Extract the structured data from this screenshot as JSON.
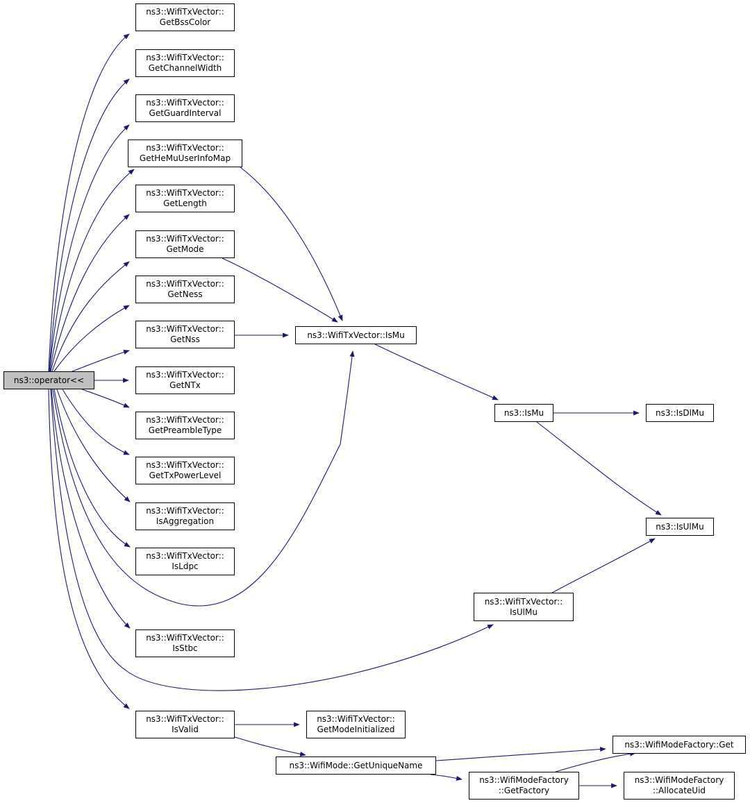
{
  "colors": {
    "edge": "#191970",
    "root_fill": "#bfbfbf",
    "node_fill": "#ffffff",
    "border": "#000000"
  },
  "nodes": {
    "root": {
      "lines": [
        "ns3::operator<<"
      ]
    },
    "getbsscolor": {
      "lines": [
        "ns3::WifiTxVector::",
        "GetBssColor"
      ]
    },
    "getchannelwidth": {
      "lines": [
        "ns3::WifiTxVector::",
        "GetChannelWidth"
      ]
    },
    "getguardinterval": {
      "lines": [
        "ns3::WifiTxVector::",
        "GetGuardInterval"
      ]
    },
    "gethemuuserinfomap": {
      "lines": [
        "ns3::WifiTxVector::",
        "GetHeMuUserInfoMap"
      ]
    },
    "getlength": {
      "lines": [
        "ns3::WifiTxVector::",
        "GetLength"
      ]
    },
    "getmode": {
      "lines": [
        "ns3::WifiTxVector::",
        "GetMode"
      ]
    },
    "getness": {
      "lines": [
        "ns3::WifiTxVector::",
        "GetNess"
      ]
    },
    "getnss": {
      "lines": [
        "ns3::WifiTxVector::",
        "GetNss"
      ]
    },
    "getntx": {
      "lines": [
        "ns3::WifiTxVector::",
        "GetNTx"
      ]
    },
    "getpreambletype": {
      "lines": [
        "ns3::WifiTxVector::",
        "GetPreambleType"
      ]
    },
    "gettxpowerlevel": {
      "lines": [
        "ns3::WifiTxVector::",
        "GetTxPowerLevel"
      ]
    },
    "isaggregation": {
      "lines": [
        "ns3::WifiTxVector::",
        "IsAggregation"
      ]
    },
    "isldpc": {
      "lines": [
        "ns3::WifiTxVector::",
        "IsLdpc"
      ]
    },
    "isstbc": {
      "lines": [
        "ns3::WifiTxVector::",
        "IsStbc"
      ]
    },
    "isvalid": {
      "lines": [
        "ns3::WifiTxVector::",
        "IsValid"
      ]
    },
    "txvector_ismu": {
      "lines": [
        "ns3::WifiTxVector::IsMu"
      ]
    },
    "ns3_ismu": {
      "lines": [
        "ns3::IsMu"
      ]
    },
    "ns3_isdlmu": {
      "lines": [
        "ns3::IsDlMu"
      ]
    },
    "ns3_isulmu": {
      "lines": [
        "ns3::IsUlMu"
      ]
    },
    "txvector_isulmu": {
      "lines": [
        "ns3::WifiTxVector::",
        "IsUlMu"
      ]
    },
    "getmodeinitialized": {
      "lines": [
        "ns3::WifiTxVector::",
        "GetModeInitialized"
      ]
    },
    "getuniquename": {
      "lines": [
        "ns3::WifiMode::GetUniqueName"
      ]
    },
    "factory_get": {
      "lines": [
        "ns3::WifiModeFactory::Get"
      ]
    },
    "factory_getfactory": {
      "lines": [
        "ns3::WifiModeFactory",
        "::GetFactory"
      ]
    },
    "factory_allocateuid": {
      "lines": [
        "ns3::WifiModeFactory",
        "::AllocateUid"
      ]
    }
  },
  "edges": [
    [
      "root",
      "getbsscolor"
    ],
    [
      "root",
      "getchannelwidth"
    ],
    [
      "root",
      "getguardinterval"
    ],
    [
      "root",
      "gethemuuserinfomap"
    ],
    [
      "root",
      "getlength"
    ],
    [
      "root",
      "getmode"
    ],
    [
      "root",
      "getness"
    ],
    [
      "root",
      "getnss"
    ],
    [
      "root",
      "getntx"
    ],
    [
      "root",
      "getpreambletype"
    ],
    [
      "root",
      "gettxpowerlevel"
    ],
    [
      "root",
      "isaggregation"
    ],
    [
      "root",
      "isldpc"
    ],
    [
      "root",
      "txvector_ismu"
    ],
    [
      "root",
      "isstbc"
    ],
    [
      "root",
      "txvector_isulmu"
    ],
    [
      "root",
      "isvalid"
    ],
    [
      "gethemuuserinfomap",
      "txvector_ismu"
    ],
    [
      "getmode",
      "txvector_ismu"
    ],
    [
      "getnss",
      "txvector_ismu"
    ],
    [
      "txvector_ismu",
      "ns3_ismu"
    ],
    [
      "ns3_ismu",
      "ns3_isdlmu"
    ],
    [
      "ns3_ismu",
      "ns3_isulmu"
    ],
    [
      "txvector_isulmu",
      "ns3_isulmu"
    ],
    [
      "isvalid",
      "getmodeinitialized"
    ],
    [
      "isvalid",
      "getuniquename"
    ],
    [
      "getuniquename",
      "factory_get"
    ],
    [
      "getuniquename",
      "factory_getfactory"
    ],
    [
      "factory_getfactory",
      "factory_get"
    ],
    [
      "factory_getfactory",
      "factory_allocateuid"
    ]
  ]
}
